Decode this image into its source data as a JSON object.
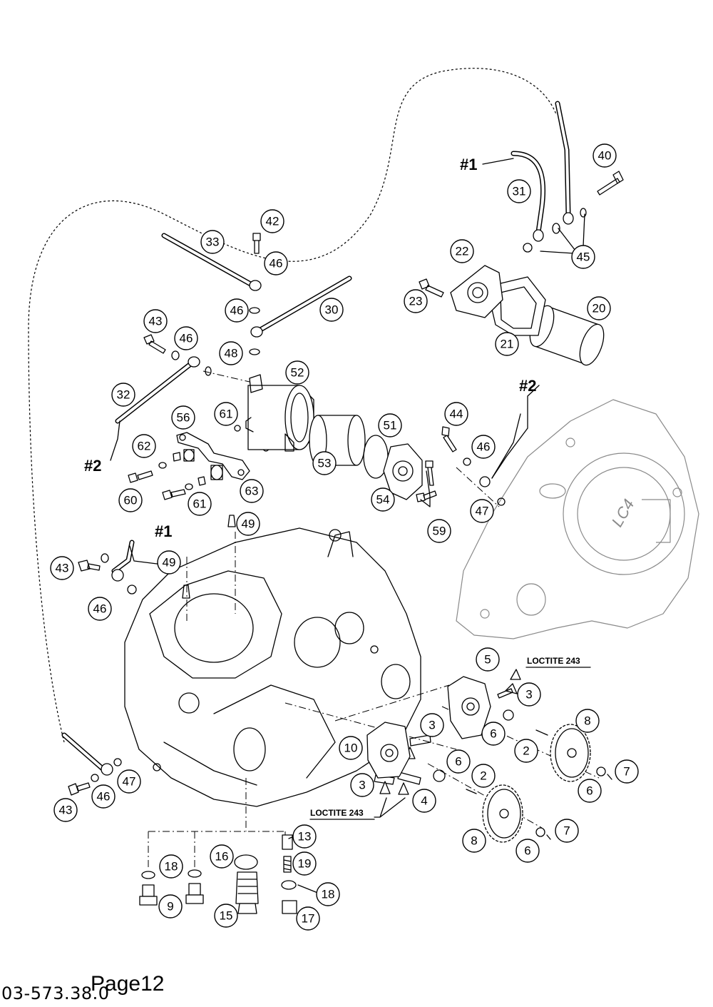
{
  "document_number": "03-573.38.0",
  "page_label": "Page12",
  "annotations": {
    "ref1_top": "#1",
    "ref2_mid": "#2",
    "ref2_left": "#2",
    "ref1_left": "#1",
    "loctite_top": "LOCTITE 243",
    "loctite_bottom": "LOCTITE 243",
    "cover_logo": "LC4"
  },
  "callouts": {
    "c40": "40",
    "c31": "31",
    "c45": "45",
    "c22": "22",
    "c23": "23",
    "c20": "20",
    "c21": "21",
    "c42": "42",
    "c33": "33",
    "c46a": "46",
    "c46b": "46",
    "c30": "30",
    "c43a": "43",
    "c46c": "46",
    "c48": "48",
    "c52": "52",
    "c32": "32",
    "c56": "56",
    "c61a": "61",
    "c51": "51",
    "c62": "62",
    "c53": "53",
    "c60": "60",
    "c61b": "61",
    "c63": "63",
    "c54": "54",
    "c59": "59",
    "c44": "44",
    "c46d": "46",
    "c47a": "47",
    "c49a": "49",
    "c49b": "49",
    "c43b": "43",
    "c46e": "46",
    "c5": "5",
    "c3a": "3",
    "c3b": "3",
    "c6a": "6",
    "c8a": "8",
    "c10": "10",
    "c2a": "2",
    "c7a": "7",
    "c6b": "6",
    "c3c": "3",
    "c4": "4",
    "c6c": "6",
    "c2b": "2",
    "c8b": "8",
    "c7b": "7",
    "c6d": "6",
    "c43c": "43",
    "c46f": "46",
    "c47b": "47",
    "c13": "13",
    "c16": "16",
    "c18a": "18",
    "c19": "19",
    "c18b": "18",
    "c9": "9",
    "c15": "15",
    "c17": "17"
  }
}
